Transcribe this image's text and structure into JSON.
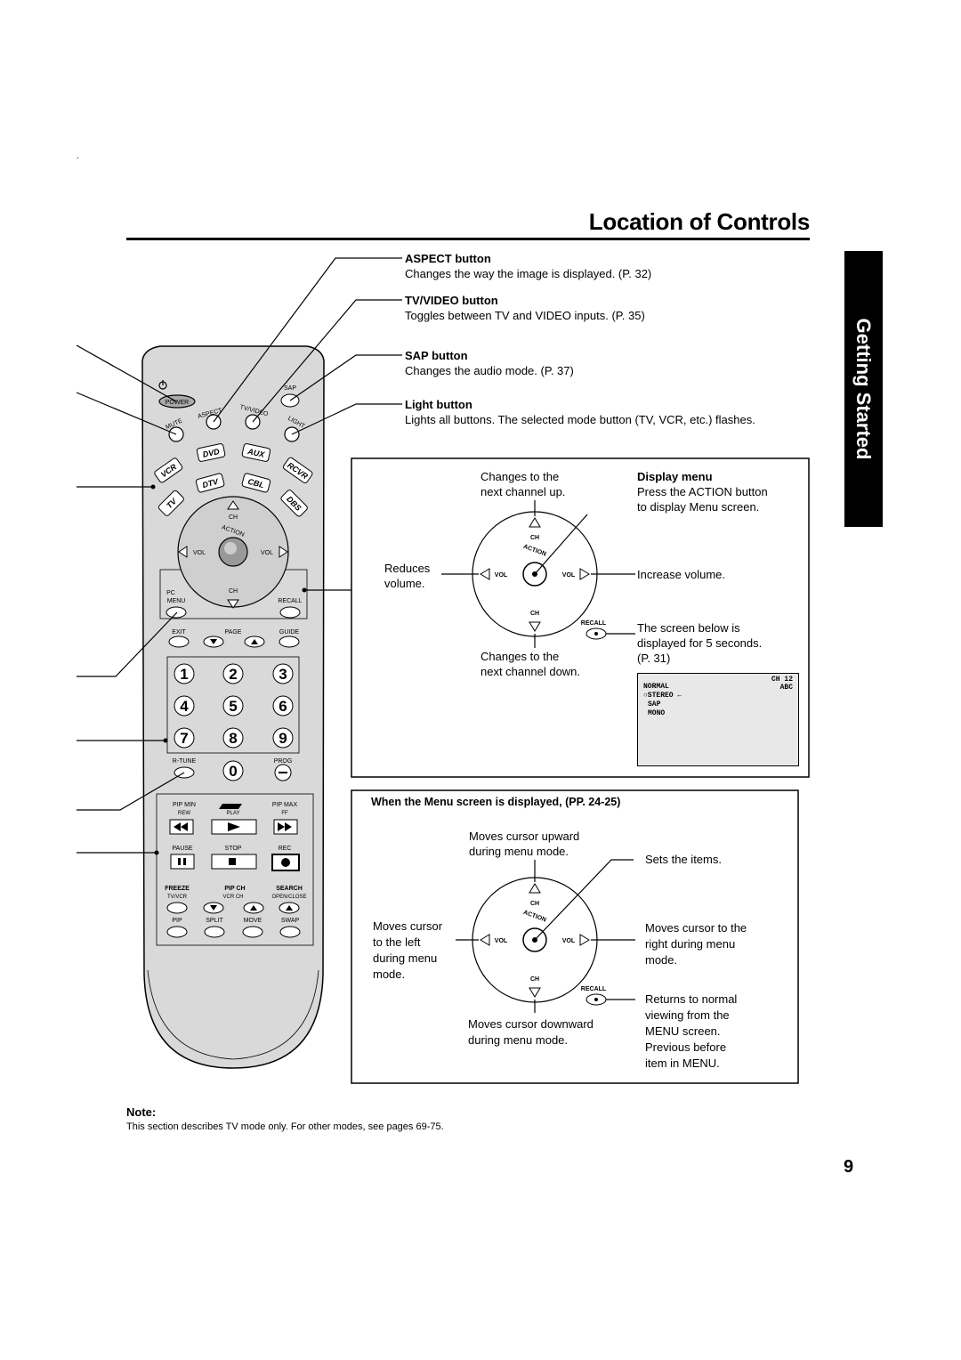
{
  "page": {
    "title": "Location of Controls",
    "section_tab": "Getting Started",
    "page_number": "9",
    "dot": "."
  },
  "callouts": [
    {
      "name": "ASPECT button",
      "desc": "Changes the way the image is displayed. (P. 32)"
    },
    {
      "name": "TV/VIDEO button",
      "desc": "Toggles between TV and VIDEO inputs. (P. 35)"
    },
    {
      "name": "SAP button",
      "desc": "Changes the audio mode. (P. 37)"
    },
    {
      "name": "Light button",
      "desc": "Lights all buttons. The selected mode button (TV, VCR, etc.) flashes."
    }
  ],
  "remote": {
    "power": "POWER",
    "sap": "SAP",
    "mute": "MUTE",
    "aspect": "ASPECT",
    "tv_video": "TV/VIDEO",
    "light": "LIGHT",
    "modes": [
      "VCR",
      "DVD",
      "AUX",
      "RCVR",
      "TV",
      "DTV",
      "CBL",
      "DBS"
    ],
    "ch": "CH",
    "action": "ACTION",
    "vol": "VOL",
    "pc_menu": [
      "PC",
      "MENU"
    ],
    "recall": "RECALL",
    "row_labels": [
      "EXIT",
      "PAGE",
      "GUIDE"
    ],
    "digits": [
      "1",
      "2",
      "3",
      "4",
      "5",
      "6",
      "7",
      "8",
      "9",
      "0"
    ],
    "rtune": "R-TUNE",
    "prog": "PROG",
    "pip_min": "PIP MIN",
    "rew": "REW",
    "play": "PLAY",
    "pip_max": "PIP MAX",
    "ff": "FF",
    "pause": "PAUSE",
    "stop": "STOP",
    "rec": "REC",
    "freeze": "FREEZE",
    "tvvcr": "TV/VCR",
    "pip_ch": "PIP CH",
    "vcr_ch": "VCR  CH",
    "search": "SEARCH",
    "open_close": "OPEN/CLOSE",
    "pip": "PIP",
    "split": "SPLIT",
    "move": "MOVE",
    "swap": "SWAP"
  },
  "tv_box": {
    "ch_up": [
      "Changes to the",
      "next channel up."
    ],
    "display_menu_title": "Display menu",
    "display_menu": [
      "Press the ACTION button",
      "to display Menu screen."
    ],
    "reduces": [
      "Reduces",
      "volume."
    ],
    "increase": "Increase volume.",
    "screen_note": [
      "The screen below is",
      "displayed for 5 seconds.",
      "(P. 31)"
    ],
    "ch_down": [
      "Changes to the",
      "next channel down."
    ],
    "screen": {
      "ch": "CH  12",
      "abc": "ABC",
      "lines": [
        "NORMAL",
        "○STEREO ←",
        "SAP",
        "MONO"
      ]
    }
  },
  "menu_box": {
    "title": "When the Menu screen is displayed, (PP. 24-25)",
    "up": [
      "Moves cursor upward",
      "during menu mode."
    ],
    "sets": "Sets the items.",
    "left": [
      "Moves cursor",
      "to the left",
      "during menu",
      "mode."
    ],
    "right": [
      "Moves cursor to the",
      "right during menu",
      "mode."
    ],
    "down": [
      "Moves cursor downward",
      "during menu mode."
    ],
    "recall": [
      "Returns to normal",
      "viewing from the",
      "MENU screen.",
      "Previous before",
      "item in MENU."
    ]
  },
  "note": {
    "heading": "Note:",
    "text": "This section describes TV mode only. For other modes, see pages 69-75."
  }
}
